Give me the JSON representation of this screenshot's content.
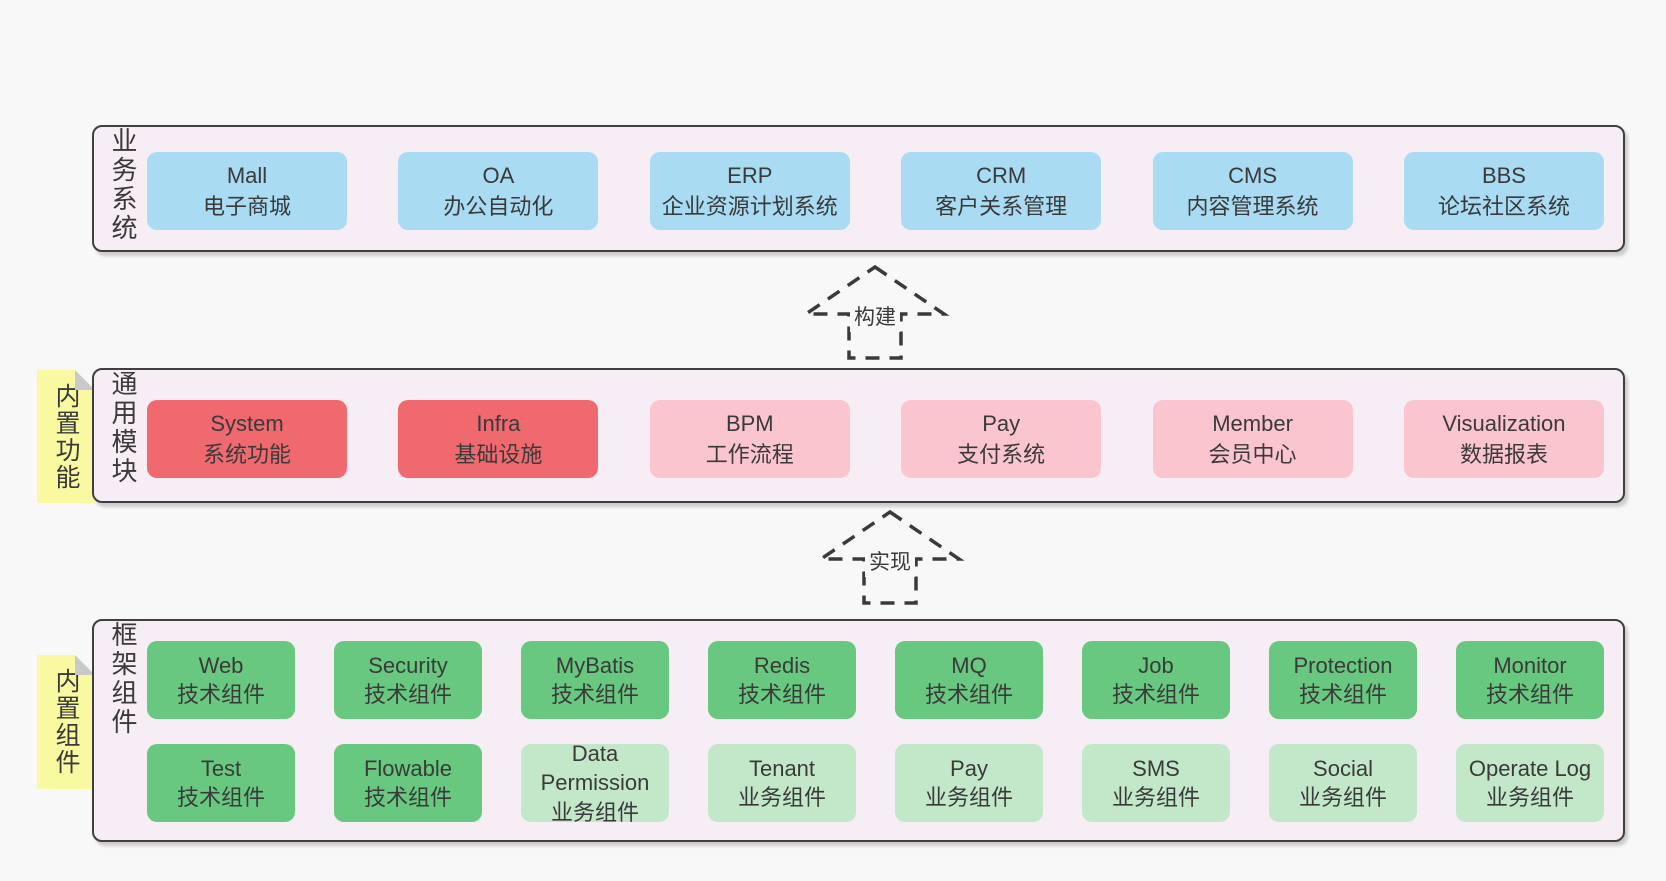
{
  "colors": {
    "page_bg": "#f8f8f8",
    "container_bg": "#f7edf5",
    "container_border": "#3f3f3f",
    "sticky_bg": "#f9f9a1",
    "sticky_fold": "#c9c9c9",
    "text": "#3a3a3a",
    "variants": {
      "blue": "#a9dbf2",
      "red": "#f0696e",
      "pink": "#fbc5cf",
      "green": "#68c87f",
      "lightgreen": "#c2e8c9"
    }
  },
  "layers": [
    {
      "id": "business-systems",
      "label": "业务系统",
      "sticky": null,
      "rows": [
        [
          {
            "title": "Mall",
            "subtitle": "电子商城",
            "variant": "blue"
          },
          {
            "title": "OA",
            "subtitle": "办公自动化",
            "variant": "blue"
          },
          {
            "title": "ERP",
            "subtitle": "企业资源计划系统",
            "variant": "blue"
          },
          {
            "title": "CRM",
            "subtitle": "客户关系管理",
            "variant": "blue"
          },
          {
            "title": "CMS",
            "subtitle": "内容管理系统",
            "variant": "blue"
          },
          {
            "title": "BBS",
            "subtitle": "论坛社区系统",
            "variant": "blue"
          }
        ]
      ]
    },
    {
      "id": "common-modules",
      "label": "通用模块",
      "sticky": "内置功能",
      "rows": [
        [
          {
            "title": "System",
            "subtitle": "系统功能",
            "variant": "red"
          },
          {
            "title": "Infra",
            "subtitle": "基础设施",
            "variant": "red"
          },
          {
            "title": "BPM",
            "subtitle": "工作流程",
            "variant": "pink"
          },
          {
            "title": "Pay",
            "subtitle": "支付系统",
            "variant": "pink"
          },
          {
            "title": "Member",
            "subtitle": "会员中心",
            "variant": "pink"
          },
          {
            "title": "Visualization",
            "subtitle": "数据报表",
            "variant": "pink"
          }
        ]
      ]
    },
    {
      "id": "framework-components",
      "label": "框架组件",
      "sticky": "内置组件",
      "rows": [
        [
          {
            "title": "Web",
            "subtitle": "技术组件",
            "variant": "green"
          },
          {
            "title": "Security",
            "subtitle": "技术组件",
            "variant": "green"
          },
          {
            "title": "MyBatis",
            "subtitle": "技术组件",
            "variant": "green"
          },
          {
            "title": "Redis",
            "subtitle": "技术组件",
            "variant": "green"
          },
          {
            "title": "MQ",
            "subtitle": "技术组件",
            "variant": "green"
          },
          {
            "title": "Job",
            "subtitle": "技术组件",
            "variant": "green"
          },
          {
            "title": "Protection",
            "subtitle": "技术组件",
            "variant": "green"
          },
          {
            "title": "Monitor",
            "subtitle": "技术组件",
            "variant": "green"
          }
        ],
        [
          {
            "title": "Test",
            "subtitle": "技术组件",
            "variant": "green"
          },
          {
            "title": "Flowable",
            "subtitle": "技术组件",
            "variant": "green"
          },
          {
            "title": "Data Permission",
            "subtitle": "业务组件",
            "variant": "lightgreen"
          },
          {
            "title": "Tenant",
            "subtitle": "业务组件",
            "variant": "lightgreen"
          },
          {
            "title": "Pay",
            "subtitle": "业务组件",
            "variant": "lightgreen"
          },
          {
            "title": "SMS",
            "subtitle": "业务组件",
            "variant": "lightgreen"
          },
          {
            "title": "Social",
            "subtitle": "业务组件",
            "variant": "lightgreen"
          },
          {
            "title": "Operate Log",
            "subtitle": "业务组件",
            "variant": "lightgreen"
          }
        ]
      ]
    }
  ],
  "arrows": [
    {
      "label": "构建"
    },
    {
      "label": "实现"
    }
  ]
}
